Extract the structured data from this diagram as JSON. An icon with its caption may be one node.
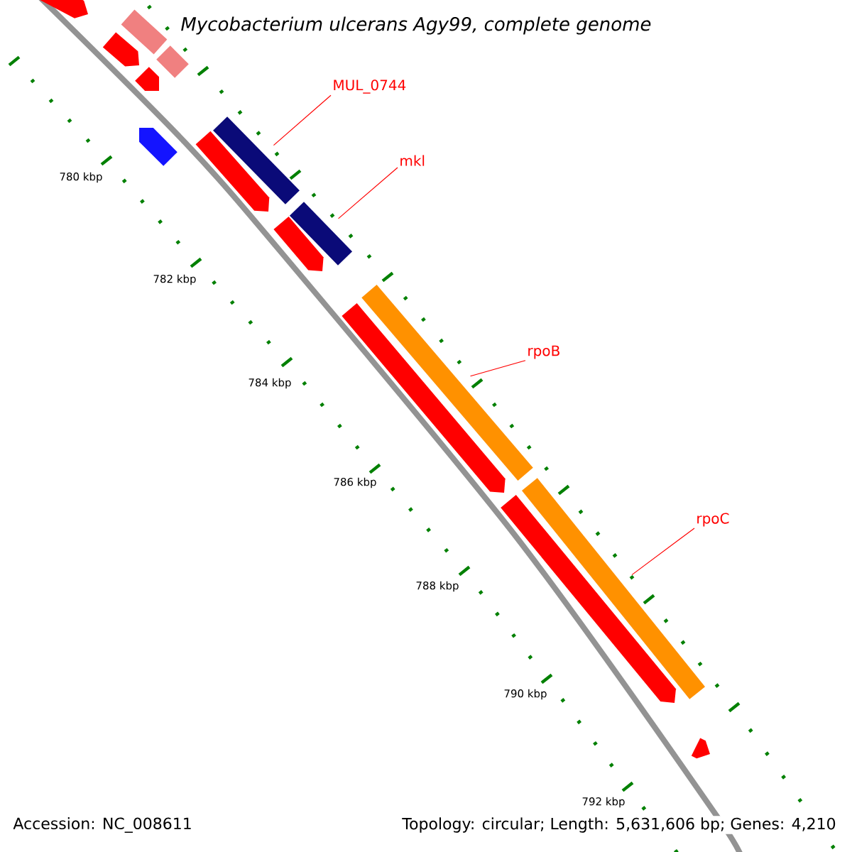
{
  "diagram": {
    "title": "Mycobacterium ulcerans Agy99, complete genome",
    "nodes": [
      {
        "text": [
          "MUL_0744"
        ]
      },
      {
        "text": [
          "mkl"
        ]
      },
      {
        "text": [
          "rpoB"
        ]
      },
      {
        "text": [
          "rpoC"
        ]
      },
      {
        "text": [],
        "shape": "bar"
      },
      {
        "text": [],
        "shape": "bar"
      },
      {
        "text": [],
        "shape": "bar"
      },
      {
        "text": [],
        "shape": "bar"
      }
    ],
    "edges": [
      {
        "from": 0,
        "to": 4,
        "arrow": "none"
      },
      {
        "from": 1,
        "to": 5,
        "arrow": "none"
      },
      {
        "from": 2,
        "to": 6,
        "arrow": "none"
      },
      {
        "from": 3,
        "to": 7,
        "arrow": "none"
      }
    ],
    "labels": [
      "780 kbp",
      "782 kbp",
      "784 kbp",
      "786 kbp",
      "788 kbp",
      "790 kbp",
      "792 kbp",
      "Accession: NC_008611",
      "Topology: circular; Length: 5,631,606 bp; Genes: 4,210"
    ]
  }
}
